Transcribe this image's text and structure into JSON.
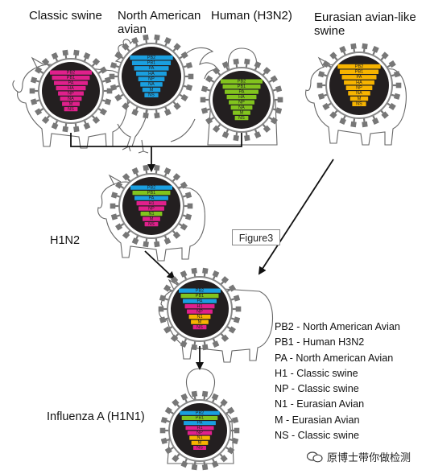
{
  "sources": [
    {
      "label": "Classic swine",
      "host": "pig",
      "colors": [
        "#e0208c",
        "#e0208c",
        "#e0208c",
        "#e0208c",
        "#e0208c",
        "#e0208c",
        "#e0208c",
        "#e0208c"
      ]
    },
    {
      "label": "North American avian",
      "host": "rooster",
      "colors": [
        "#1a9fe0",
        "#1a9fe0",
        "#1a9fe0",
        "#1a9fe0",
        "#1a9fe0",
        "#1a9fe0",
        "#1a9fe0",
        "#1a9fe0"
      ]
    },
    {
      "label": "Human (H3N2)",
      "host": "human",
      "colors": [
        "#82c41e",
        "#82c41e",
        "#82c41e",
        "#82c41e",
        "#82c41e",
        "#82c41e",
        "#82c41e",
        "#82c41e"
      ]
    },
    {
      "label": "Eurasian avian-like swine",
      "host": "pig",
      "colors": [
        "#f7b400",
        "#f7b400",
        "#f7b400",
        "#f7b400",
        "#f7b400",
        "#f7b400",
        "#f7b400",
        "#f7b400"
      ]
    }
  ],
  "segments": [
    "PB2",
    "PB1",
    "PA",
    "HA",
    "NP",
    "NA",
    "M",
    "NS"
  ],
  "reassortant_segments": [
    "PB2",
    "PB1",
    "PA",
    "H1",
    "NP",
    "N1",
    "M",
    "NS"
  ],
  "stages": [
    {
      "label": "H1N2",
      "colors": [
        "#1a9fe0",
        "#82c41e",
        "#1a9fe0",
        "#e0208c",
        "#e0208c",
        "#82c41e",
        "#e0208c",
        "#e0208c"
      ]
    },
    {
      "label": "",
      "colors": [
        "#1a9fe0",
        "#82c41e",
        "#1a9fe0",
        "#e0208c",
        "#e0208c",
        "#f7b400",
        "#f7b400",
        "#e0208c"
      ]
    },
    {
      "label": "Influenza A (H1N1)",
      "colors": [
        "#1a9fe0",
        "#82c41e",
        "#1a9fe0",
        "#e0208c",
        "#e0208c",
        "#f7b400",
        "#f7b400",
        "#e0208c"
      ]
    }
  ],
  "tooltip": "Figure3",
  "legend": [
    "PB2 - North American Avian",
    "PB1 - Human H3N2",
    "PA - North American Avian",
    "H1 - Classic swine",
    "NP - Classic swine",
    "N1 - Eurasian Avian",
    "M - Eurasian Avian",
    "NS - Classic swine"
  ],
  "watermark": "原博士带你做检测"
}
